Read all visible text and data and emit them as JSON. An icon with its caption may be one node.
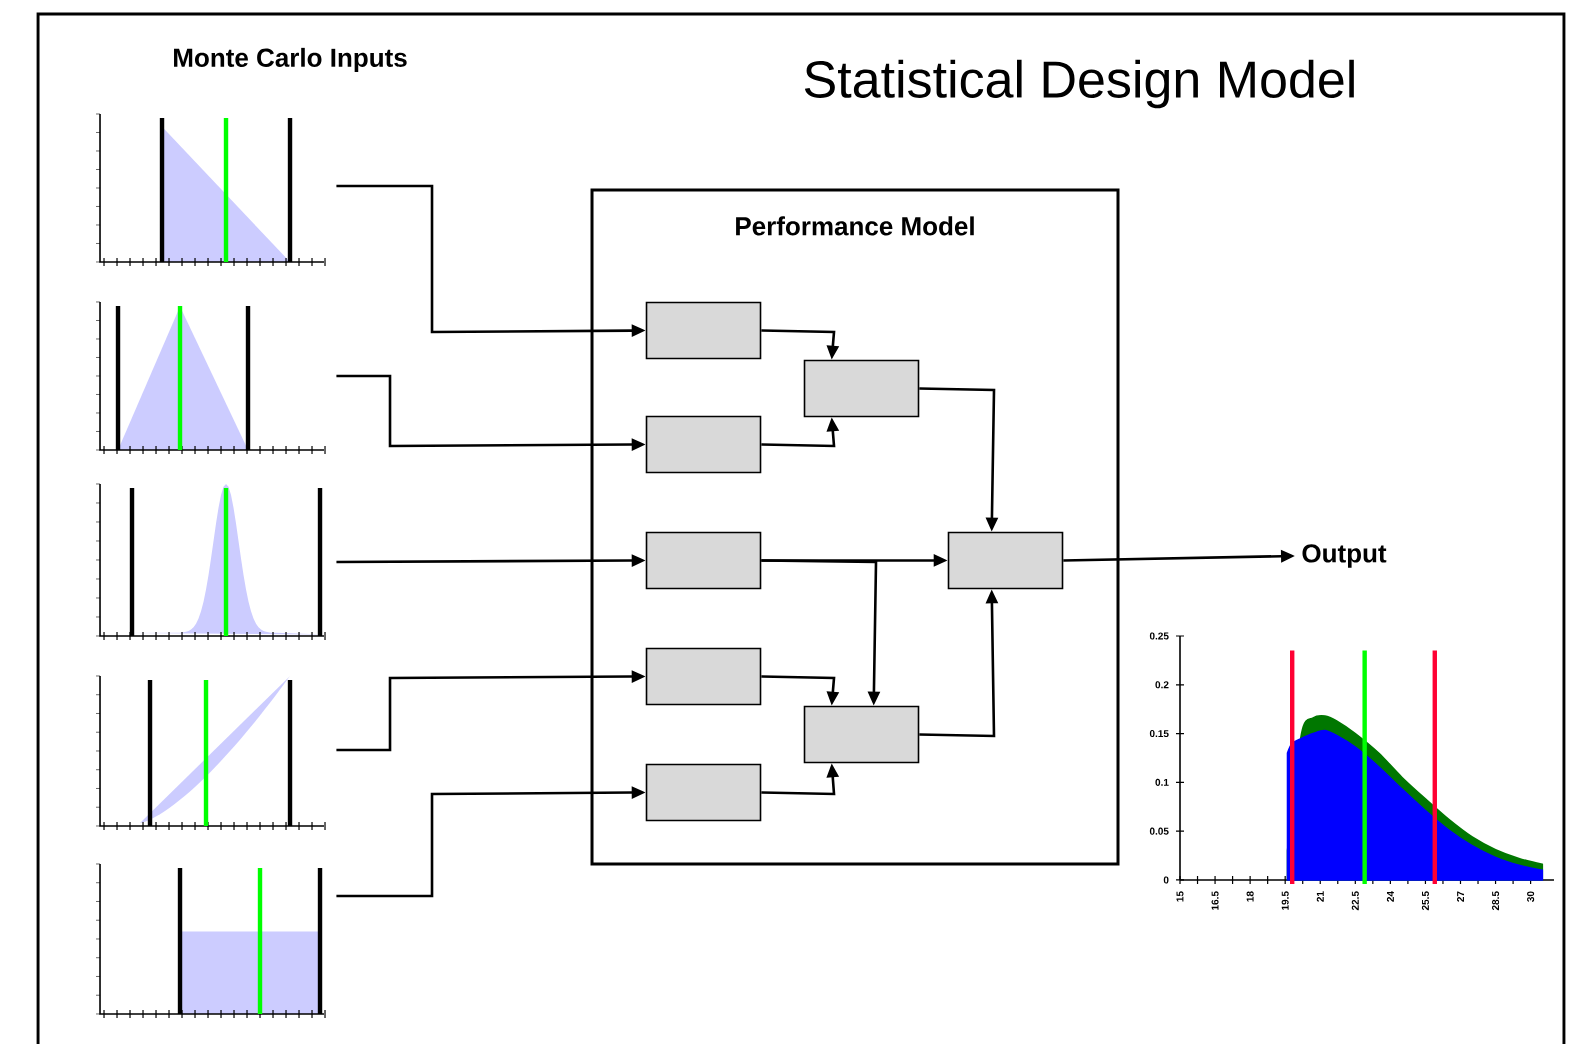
{
  "diagram": {
    "title": "Statistical Design Model",
    "nodes": [
      {
        "text": [
          "Performance Model"
        ]
      },
      {
        "text": [],
        "shape": "box",
        "in": 0
      },
      {
        "text": [],
        "shape": "box",
        "in": 0
      },
      {
        "text": [],
        "shape": "box",
        "in": 0
      },
      {
        "text": [],
        "shape": "box",
        "in": 0
      },
      {
        "text": [],
        "shape": "box",
        "in": 0
      },
      {
        "text": [],
        "shape": "box",
        "in": 0
      },
      {
        "text": [],
        "shape": "box",
        "in": 0
      },
      {
        "text": [],
        "shape": "box",
        "in": 0
      },
      {
        "text": [],
        "shape": "picture"
      },
      {
        "text": [],
        "shape": "picture"
      },
      {
        "text": [],
        "shape": "picture"
      },
      {
        "text": [],
        "shape": "picture"
      },
      {
        "text": [],
        "shape": "picture"
      },
      {
        "text": [
          "Output"
        ]
      }
    ],
    "edges": [
      {
        "from": 9,
        "to": 1,
        "arrow": "to"
      },
      {
        "from": 10,
        "to": 2,
        "arrow": "to"
      },
      {
        "from": 11,
        "to": 3,
        "arrow": "to"
      },
      {
        "from": 12,
        "to": 4,
        "arrow": "to"
      },
      {
        "from": 13,
        "to": 5,
        "arrow": "to"
      },
      {
        "from": 1,
        "to": 6,
        "arrow": "to"
      },
      {
        "from": 2,
        "to": 6,
        "arrow": "to"
      },
      {
        "from": 6,
        "to": 8,
        "arrow": "to"
      },
      {
        "from": 3,
        "to": 8,
        "arrow": "to"
      },
      {
        "from": 3,
        "to": 7,
        "arrow": "to"
      },
      {
        "from": 4,
        "to": 7,
        "arrow": "to"
      },
      {
        "from": 5,
        "to": 7,
        "arrow": "to"
      },
      {
        "from": 7,
        "to": 8,
        "arrow": "to"
      },
      {
        "from": 8,
        "to": 14,
        "arrow": "to"
      }
    ],
    "labels": [
      "Monte Carlo Inputs"
    ],
    "chart_data": {
      "type": "area",
      "xlim": [
        15,
        31
      ],
      "ylim": [
        0,
        0.25
      ],
      "xticks": [
        15,
        16.5,
        18,
        19.5,
        21,
        22.5,
        24,
        25.5,
        27,
        28.5,
        30
      ],
      "yticks": [
        0,
        0.05,
        0.1,
        0.15,
        0.2,
        0.25
      ],
      "x": [
        19.6,
        19.8,
        20.2,
        20.7,
        21.2,
        21.7,
        22.5,
        23.5,
        24.5,
        25.5,
        26.5,
        27.5,
        28.5,
        29.5,
        30.5
      ],
      "series": [
        {
          "color": "#007700",
          "values": [
            0.03,
            null,
            0.15,
            0.166,
            0.168,
            0.163,
            0.15,
            0.13,
            0.105,
            0.083,
            0.062,
            0.044,
            0.031,
            0.022,
            0.016
          ]
        },
        {
          "color": "#0000ff",
          "values": [
            0.13,
            0.14,
            0.145,
            0.15,
            0.153,
            0.148,
            0.136,
            0.116,
            0.093,
            0.071,
            0.051,
            0.035,
            0.023,
            0.015,
            0.01
          ]
        }
      ],
      "ref_lines": [
        {
          "axis": "x",
          "value": 19.8,
          "color": "#ff0033"
        },
        {
          "axis": "x",
          "value": 22.9,
          "color": "#00ff00"
        },
        {
          "axis": "x",
          "value": 25.9,
          "color": "#ff0033"
        }
      ]
    }
  }
}
